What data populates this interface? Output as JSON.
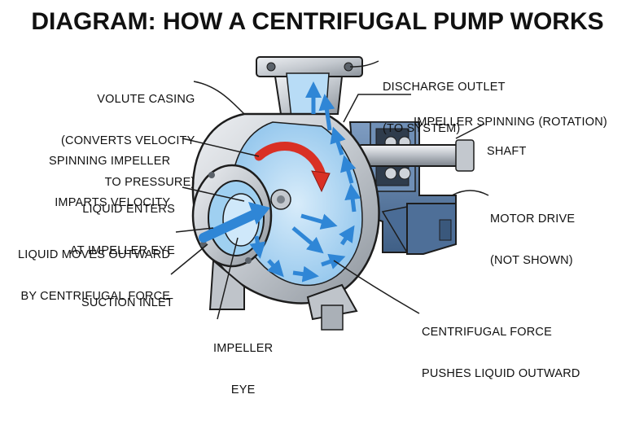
{
  "title": "DIAGRAM: HOW A CENTRIFUGAL PUMP WORKS",
  "labels": {
    "volute_casing": [
      "VOLUTE CASING",
      "(CONVERTS VELOCITY",
      "TO PRESSURE)"
    ],
    "spinning_impeller": [
      "SPINNING IMPELLER",
      "IMPARTS VELOCITY"
    ],
    "liquid_enters": [
      "LIQUID ENTERS",
      "AT IMPELLER EYE"
    ],
    "liquid_moves": [
      "LIQUID MOVES OUTWARD",
      "BY CENTRIFUGAL FORCE"
    ],
    "suction_inlet": [
      "SUCTION INLET"
    ],
    "impeller_eye": [
      "IMPELLER",
      "EYE"
    ],
    "discharge_outlet": [
      "DISCHARGE OUTLET",
      "(TO SYSTEM)"
    ],
    "impeller_spinning": [
      "IMPELLER SPINNING (ROTATION)"
    ],
    "shaft": [
      "SHAFT"
    ],
    "motor_drive": [
      "MOTOR DRIVE",
      "(NOT SHOWN)"
    ],
    "centrifugal_force": [
      "CENTRIFUGAL FORCE",
      "PUSHES LIQUID OUTWARD"
    ]
  },
  "colors": {
    "metal_light": "#d9dde2",
    "metal_mid": "#a9b0b8",
    "metal_dark": "#6b737c",
    "motor_blue": "#5d7fa8",
    "motor_blue_dark": "#3f5f86",
    "water_light": "#a9d4f2",
    "water_arrow": "#2f86d6",
    "rotation_red": "#d93025",
    "outline": "#1d1d1d"
  }
}
